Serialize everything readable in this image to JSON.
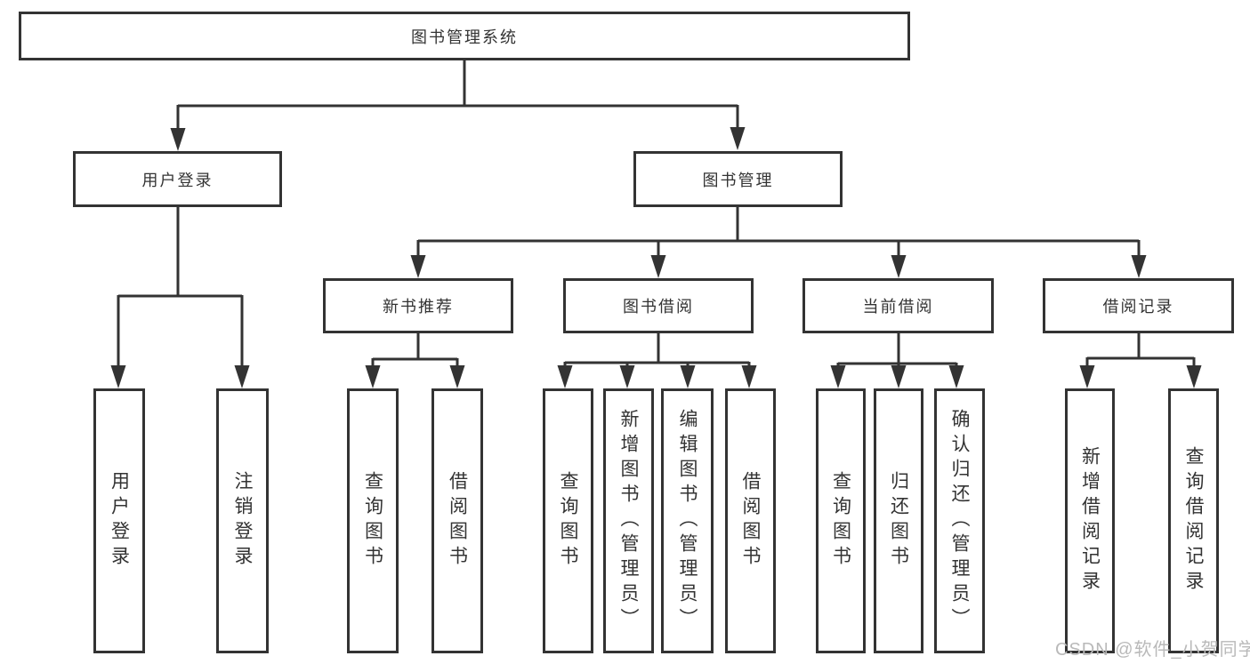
{
  "colors": {
    "line": "#333333",
    "box_border": "#333333",
    "text": "#333333",
    "watermark_text": "#b9b9b9",
    "background": "#ffffff"
  },
  "watermark": "CSDN @软件_小贺同学",
  "tree": {
    "label": "图书管理系统",
    "children": [
      {
        "label": "用户登录",
        "children": [
          {
            "label": "用户登录"
          },
          {
            "label": "注销登录"
          }
        ]
      },
      {
        "label": "图书管理",
        "children": [
          {
            "label": "新书推荐",
            "children": [
              {
                "label": "查询图书"
              },
              {
                "label": "借阅图书"
              }
            ]
          },
          {
            "label": "图书借阅",
            "children": [
              {
                "label": "查询图书"
              },
              {
                "label": "新增图书（管理员）"
              },
              {
                "label": "编辑图书（管理员）"
              },
              {
                "label": "借阅图书"
              }
            ]
          },
          {
            "label": "当前借阅",
            "children": [
              {
                "label": "查询图书"
              },
              {
                "label": "归还图书"
              },
              {
                "label": "确认归还（管理员）"
              }
            ]
          },
          {
            "label": "借阅记录",
            "children": [
              {
                "label": "新增借阅记录"
              },
              {
                "label": "查询借阅记录"
              }
            ]
          }
        ]
      }
    ]
  }
}
